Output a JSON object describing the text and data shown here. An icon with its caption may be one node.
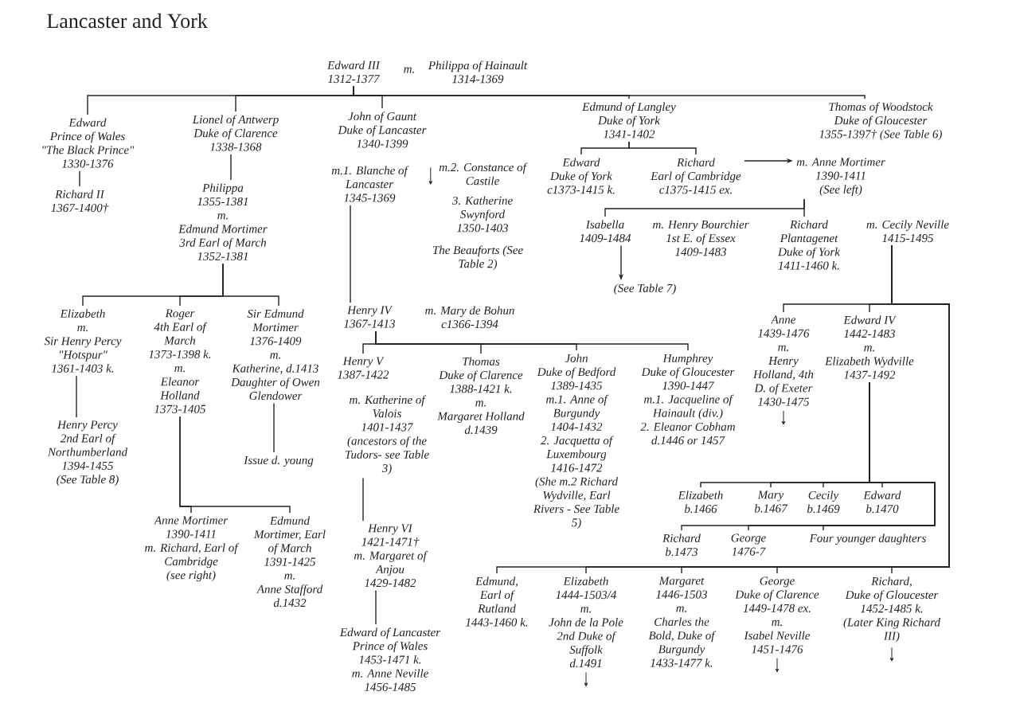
{
  "diagram": {
    "title": "Lancaster and York",
    "nodes": [
      {
        "text": [
          "Edward III",
          "1312-1377"
        ]
      },
      {
        "text": [
          "Philippa of Hainault",
          "1314-1369"
        ]
      },
      {
        "text": [
          "Edward",
          "Prince of Wales",
          "\"The Black Prince\"",
          "1330-1376"
        ]
      },
      {
        "text": [
          "Richard II",
          "1367-1400†"
        ]
      },
      {
        "text": [
          "Lionel of Antwerp",
          "Duke of Clarence",
          "1338-1368"
        ]
      },
      {
        "text": [
          "Philippa",
          "1355-1381",
          "m.",
          "Edmund Mortimer",
          "3rd Earl of March",
          "1352-1381"
        ]
      },
      {
        "text": [
          "John of Gaunt",
          "Duke of Lancaster",
          "1340-1399"
        ]
      },
      {
        "text": [
          "m.1. Blanche of Lancaster",
          "1345-1369"
        ]
      },
      {
        "text": [
          "Edmund of Langley",
          "Duke of York",
          "1341-1402"
        ]
      },
      {
        "text": [
          "Thomas of Woodstock",
          "Duke of Gloucester",
          "1355-1397† (See Table 6)"
        ]
      },
      {
        "text": [
          "Edward",
          "Duke of York",
          "c1373-1415 k."
        ]
      },
      {
        "text": [
          "Richard",
          "Earl of Cambridge",
          "c1375-1415 ex."
        ]
      },
      {
        "text": [
          "m. Anne Mortimer",
          "1390-1411",
          "(See left)"
        ]
      },
      {
        "text": [
          "Isabella",
          "1409-1484"
        ]
      },
      {
        "text": [
          "(See Table 7)"
        ]
      },
      {
        "text": [
          "Richard Plantagenet",
          "Duke of York",
          "1411-1460 k."
        ]
      },
      {
        "text": [
          "m. Cecily Neville",
          "1415-1495"
        ]
      },
      {
        "text": [
          "Elizabeth",
          "m.",
          "Sir Henry Percy",
          "\"Hotspur\"",
          "1361-1403 k."
        ]
      },
      {
        "text": [
          "Henry Percy",
          "2nd Earl of Northumberland",
          "1394-1455",
          "(See Table 8)"
        ]
      },
      {
        "text": [
          "Roger",
          "4th Earl of March",
          "1373-1398 k.",
          "m.",
          "Eleanor Holland",
          "1373-1405"
        ]
      },
      {
        "text": [
          "Sir Edmund Mortimer",
          "1376-1409",
          "m.",
          "Katherine, d.1413",
          "Daughter of Owen Glendower"
        ]
      },
      {
        "text": [
          "Issue d. young"
        ]
      },
      {
        "text": [
          "Henry IV",
          "1367-1413"
        ]
      },
      {
        "text": [
          "Henry V",
          "1387-1422"
        ]
      },
      {
        "text": [
          "m. Katherine of Valois",
          "1401-1437",
          "(ancestors of the Tudors- see Table 3)"
        ]
      },
      {
        "text": [
          "Thomas",
          "Duke of Clarence",
          "1388-1421 k.",
          "m.",
          "Margaret Holland",
          "d.1439"
        ]
      },
      {
        "text": [
          "John",
          "Duke of Bedford",
          "1389-1435",
          "m.1. Anne of Burgundy",
          "1404-1432",
          "2. Jacquetta of Luxembourg",
          "1416-1472",
          "(She m.2 Richard Wydville, Earl Rivers - See Table 5)"
        ]
      },
      {
        "text": [
          "Humphrey",
          "Duke of Gloucester",
          "1390-1447",
          "m.1. Jacqueline of Hainault (div.)",
          "2. Eleanor Cobham",
          "d.1446 or 1457"
        ]
      },
      {
        "text": [
          "Anne",
          "1439-1476",
          "m.",
          "Henry Holland, 4th D. of Exeter",
          "1430-1475"
        ]
      },
      {
        "text": [
          "Edward IV",
          "1442-1483",
          "m.",
          "Elizabeth Wydville",
          "1437-1492"
        ]
      },
      {
        "text": [
          "Anne Mortimer",
          "1390-1411",
          "m. Richard, Earl of Cambridge",
          "(see right)"
        ]
      },
      {
        "text": [
          "Edmund Mortimer, Earl of March",
          "1391-1425",
          "m.",
          "Anne Stafford",
          "d.1432"
        ]
      },
      {
        "text": [
          "Henry VI",
          "1421-1471†",
          "m. Margaret of Anjou",
          "1429-1482"
        ]
      },
      {
        "text": [
          "Edward of Lancaster",
          "Prince of Wales",
          "1453-1471 k.",
          "m. Anne Neville",
          "1456-1485"
        ]
      },
      {
        "text": [
          "Elizabeth",
          "b.1466"
        ]
      },
      {
        "text": [
          "Mary",
          "b.1467"
        ]
      },
      {
        "text": [
          "Cecily",
          "b.1469"
        ]
      },
      {
        "text": [
          "Edward",
          "b.1470"
        ]
      },
      {
        "text": [
          "Richard",
          "b.1473"
        ]
      },
      {
        "text": [
          "George",
          "1476-7"
        ]
      },
      {
        "text": [
          "Four younger daughters"
        ]
      },
      {
        "text": [
          "Edmund,",
          "Earl of Rutland",
          "1443-1460 k."
        ]
      },
      {
        "text": [
          "Elizabeth",
          "1444-1503/4",
          "m.",
          "John de la Pole 2nd Duke of Suffolk",
          "d.1491"
        ]
      },
      {
        "text": [
          "Margaret",
          "1446-1503",
          "m.",
          "Charles the Bold, Duke of Burgundy",
          "1433-1477 k."
        ]
      },
      {
        "text": [
          "George",
          "Duke of Clarence",
          "1449-1478 ex.",
          "m.",
          "Isabel Neville",
          "1451-1476"
        ]
      },
      {
        "text": [
          "Richard,",
          "Duke of Gloucester",
          "1452-1485 k.",
          "(Later King Richard III)"
        ]
      }
    ],
    "edges": [
      {
        "from": 0,
        "to": 2,
        "arrow": "none"
      },
      {
        "from": 0,
        "to": 4,
        "arrow": "none"
      },
      {
        "from": 0,
        "to": 6,
        "arrow": "none"
      },
      {
        "from": 0,
        "to": 8,
        "arrow": "none"
      },
      {
        "from": 0,
        "to": 9,
        "arrow": "none"
      },
      {
        "from": 2,
        "to": 3,
        "arrow": "none"
      },
      {
        "from": 4,
        "to": 5,
        "arrow": "none"
      },
      {
        "from": 5,
        "to": 17,
        "arrow": "none"
      },
      {
        "from": 5,
        "to": 19,
        "arrow": "none"
      },
      {
        "from": 5,
        "to": 20,
        "arrow": "none"
      },
      {
        "from": 7,
        "to": 22,
        "arrow": "none"
      },
      {
        "from": 8,
        "to": 10,
        "arrow": "none"
      },
      {
        "from": 8,
        "to": 11,
        "arrow": "none"
      },
      {
        "from": 11,
        "to": 12,
        "arrow": "to"
      },
      {
        "from": 12,
        "to": 13,
        "arrow": "none"
      },
      {
        "from": 12,
        "to": 15,
        "arrow": "none"
      },
      {
        "from": 13,
        "to": 14,
        "arrow": "to"
      },
      {
        "from": 16,
        "to": 28,
        "arrow": "none"
      },
      {
        "from": 16,
        "to": 29,
        "arrow": "none"
      },
      {
        "from": 16,
        "to": 41,
        "arrow": "none"
      },
      {
        "from": 16,
        "to": 42,
        "arrow": "none"
      },
      {
        "from": 16,
        "to": 43,
        "arrow": "none"
      },
      {
        "from": 16,
        "to": 44,
        "arrow": "none"
      },
      {
        "from": 16,
        "to": 45,
        "arrow": "none"
      },
      {
        "from": 17,
        "to": 18,
        "arrow": "none"
      },
      {
        "from": 19,
        "to": 30,
        "arrow": "none"
      },
      {
        "from": 19,
        "to": 31,
        "arrow": "none"
      },
      {
        "from": 20,
        "to": 21,
        "arrow": "none"
      },
      {
        "from": 22,
        "to": 23,
        "arrow": "none"
      },
      {
        "from": 22,
        "to": 25,
        "arrow": "none"
      },
      {
        "from": 22,
        "to": 26,
        "arrow": "none"
      },
      {
        "from": 22,
        "to": 27,
        "arrow": "none"
      },
      {
        "from": 24,
        "to": 32,
        "arrow": "none"
      },
      {
        "from": 32,
        "to": 33,
        "arrow": "none"
      },
      {
        "from": 29,
        "to": 34,
        "arrow": "none"
      },
      {
        "from": 29,
        "to": 35,
        "arrow": "none"
      },
      {
        "from": 29,
        "to": 36,
        "arrow": "none"
      },
      {
        "from": 29,
        "to": 37,
        "arrow": "none"
      },
      {
        "from": 29,
        "to": 38,
        "arrow": "none"
      },
      {
        "from": 29,
        "to": 39,
        "arrow": "none"
      },
      {
        "from": 29,
        "to": 40,
        "arrow": "none"
      }
    ],
    "labels": [
      "m.",
      "m.2. Constance of Castile",
      "3. Katherine Swynford 1350-1403",
      "The Beauforts (See Table 2)",
      "m. Henry Bourchier 1st E. of Essex 1409-1483",
      "m. Mary de Bohun c1366-1394"
    ]
  }
}
